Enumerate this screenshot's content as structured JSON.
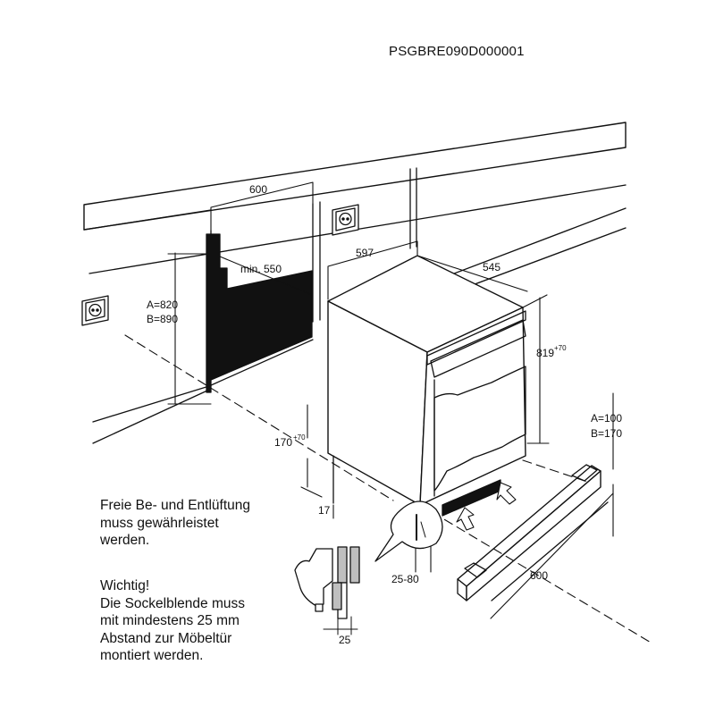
{
  "document_id": "PSGBRE090D000001",
  "dimensions": {
    "niche_width": "600",
    "niche_depth": "min. 550",
    "niche_height_a": "A=820",
    "niche_height_b": "B=890",
    "appliance_width": "597",
    "appliance_depth": "545",
    "appliance_height": "819",
    "appliance_height_sup": "+70",
    "feet_adjust": "170",
    "feet_adjust_sup": "+70",
    "plinth_depth": "17",
    "plinth_height_a": "A=100",
    "plinth_height_b": "B=170",
    "plinth_gap": "25-80",
    "plinth_width": "600",
    "detail_gap": "25"
  },
  "notes": {
    "ventilation": [
      "Freie Be- und Entlüftung",
      "muss gewährleistet",
      "werden."
    ],
    "important": [
      "Wichtig!",
      "Die Sockelblende muss",
      "mit mindestens 25 mm",
      "Abstand zur Möbeltür",
      "montiert werden."
    ]
  }
}
